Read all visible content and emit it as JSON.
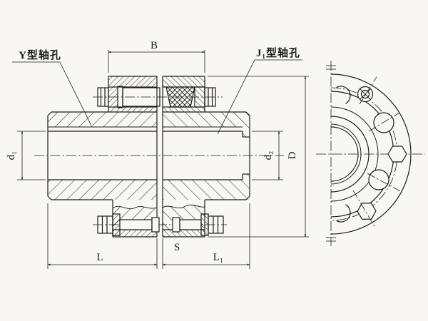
{
  "drawing": {
    "callouts": {
      "y_bore": "Y型轴孔",
      "j1_bore": "J₁型轴孔"
    },
    "dims": {
      "B": "B",
      "D": "D",
      "d1": "d₁",
      "d2": "d₂",
      "L": "L",
      "L1": "L₁",
      "S": "S"
    },
    "colors": {
      "ink": "#1d1d1b",
      "paper": "#f8f7f3"
    }
  }
}
